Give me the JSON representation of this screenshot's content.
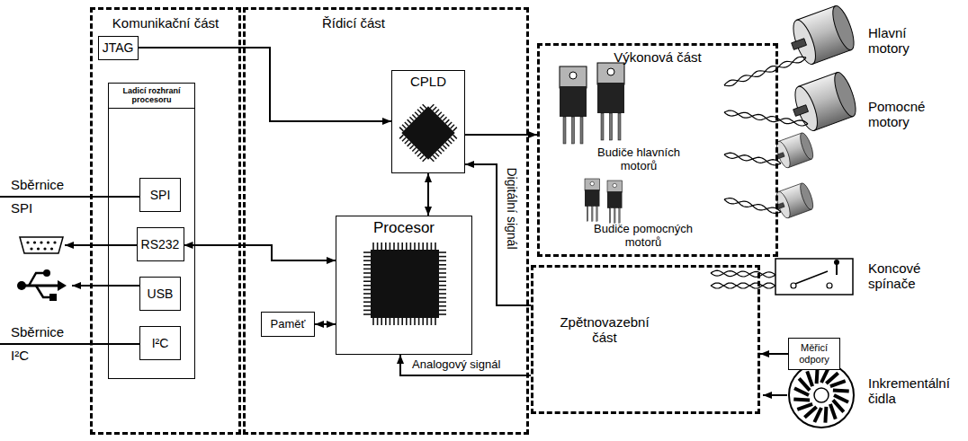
{
  "diagram": {
    "nodes": [
      {
        "text": [
          "Komunikační část"
        ]
      },
      {
        "text": [
          "JTAG"
        ],
        "in": 0
      },
      {
        "text": [
          "Ladicí rozhraní procesoru"
        ],
        "in": 0
      },
      {
        "text": [
          "SPI"
        ],
        "in": 2
      },
      {
        "text": [
          "RS232"
        ],
        "in": 2
      },
      {
        "text": [
          "USB"
        ],
        "in": 2
      },
      {
        "text": [
          "I²C"
        ],
        "in": 2
      },
      {
        "text": [
          "Řídicí část"
        ]
      },
      {
        "text": [
          "CPLD"
        ],
        "in": 7
      },
      {
        "text": [
          "Procesor"
        ],
        "in": 7
      },
      {
        "text": [
          "Paměť"
        ],
        "in": 7
      },
      {
        "text": [
          "Výkonová část",
          "Budiče hlavních motorů",
          "Budiče pomocných motorů"
        ]
      },
      {
        "text": [
          "Zpětnovazební část"
        ]
      },
      {
        "text": [
          "Měřicí odpory"
        ]
      }
    ],
    "edges": [
      {
        "from": 1,
        "to": 8,
        "arrow": "to"
      },
      {
        "from": 4,
        "to": 9,
        "arrow": "both"
      },
      {
        "from": 8,
        "to": 9,
        "arrow": "both"
      },
      {
        "from": 10,
        "to": 9,
        "arrow": "both"
      },
      {
        "from": 8,
        "to": 11,
        "arrow": "to"
      },
      {
        "from": 12,
        "to": 8,
        "label": "Digitální signál",
        "arrow": "to"
      },
      {
        "from": 12,
        "to": 9,
        "label": "Analogový signál",
        "arrow": "to"
      },
      {
        "from": 13,
        "to": 12,
        "arrow": "to"
      }
    ],
    "labels": [
      "Sběrnice SPI",
      "Sběrnice I²C",
      "Hlavní motory",
      "Pomocné motory",
      "Koncové spínače",
      "Inkrementální čidla"
    ]
  }
}
